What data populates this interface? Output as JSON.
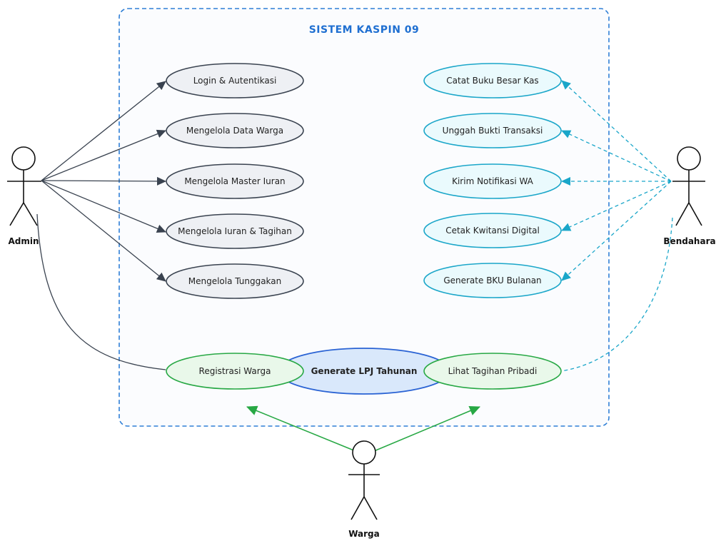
{
  "system": {
    "title": "SISTEM KASPIN 09"
  },
  "actors": {
    "admin": "Admin",
    "bendahara": "Bendahara",
    "warga": "Warga"
  },
  "use_cases": {
    "admin": [
      "Login & Autentikasi",
      "Mengelola Data Warga",
      "Mengelola Master Iuran",
      "Mengelola Iuran & Tagihan",
      "Mengelola Tunggakan"
    ],
    "bendahara": [
      "Catat Buku Besar Kas",
      "Unggah Bukti Transaksi",
      "Kirim Notifikasi WA",
      "Cetak Kwitansi Digital",
      "Generate BKU Bulanan"
    ],
    "bottom": {
      "registrasi": "Registrasi Warga",
      "lpj": "Generate LPJ Tahunan",
      "tagihan": "Lihat Tagihan Pribadi"
    }
  },
  "colors": {
    "boundary": "#2f7fd6",
    "admin_line": "#3a4350",
    "admin_fill": "#eef0f4",
    "bendahara_line": "#1aa6c9",
    "bendahara_fill": "#eafafd",
    "warga_line": "#27a844",
    "warga_fill": "#e9f8ea",
    "lpj_line": "#2a63d4",
    "lpj_fill": "#d9e8fb",
    "title": "#1f6fd1"
  }
}
